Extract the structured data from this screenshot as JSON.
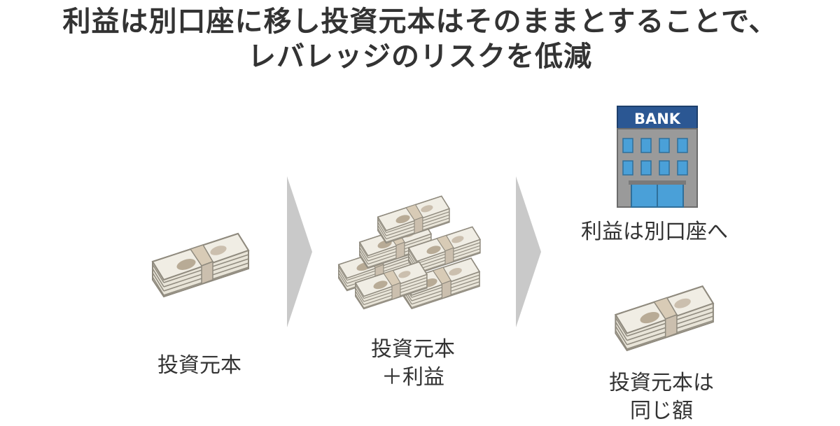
{
  "title": {
    "line1": "利益は別口座に移し投資元本はそのままとすることで、",
    "line2": "レバレッジのリスクを低減"
  },
  "steps": [
    {
      "lines": [
        "投資元本"
      ]
    },
    {
      "lines": [
        "投資元本",
        "＋利益"
      ]
    },
    {
      "bank_label": "利益は別口座へ",
      "lines": [
        "投資元本は",
        "同じ額"
      ]
    }
  ],
  "bank_sign": "BANK",
  "colors": {
    "arrow": "#c9c9c9",
    "bank_sign": "#2b5793",
    "bank_body": "#9a9a9a",
    "window": "#4aa0d8",
    "money_paper": "#efece3",
    "money_band": "#c7b8a1"
  },
  "icons": {
    "money": "money-stack-icon",
    "bank": "bank-building-icon",
    "arrow": "chevron-right-arrow"
  }
}
